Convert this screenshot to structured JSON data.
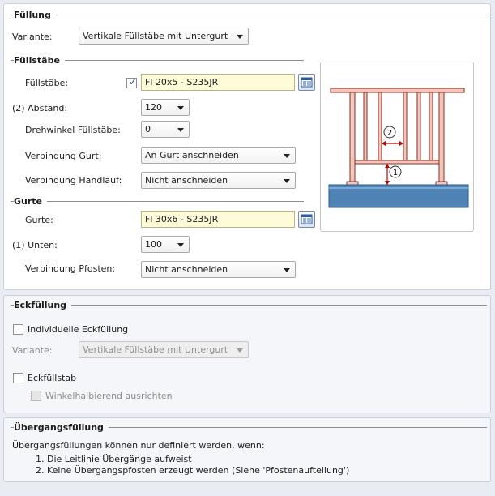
{
  "fuellung": {
    "title": "Füllung",
    "variante_label": "Variante:",
    "variante_value": "Vertikale Füllstäbe mit Untergurt"
  },
  "fuellstaebe": {
    "title": "Füllstäbe",
    "profile_label": "Füllstäbe:",
    "profile_checked": true,
    "profile_value": "Fl 20x5 - S235JR",
    "abstand_label": "(2) Abstand:",
    "abstand_value": "120",
    "drehwinkel_label": "Drehwinkel Füllstäbe:",
    "drehwinkel_value": "0",
    "verbindung_gurt_label": "Verbindung Gurt:",
    "verbindung_gurt_value": "An Gurt anschneiden",
    "verbindung_handlauf_label": "Verbindung Handlauf:",
    "verbindung_handlauf_value": "Nicht anschneiden"
  },
  "gurte": {
    "title": "Gurte",
    "profile_label": "Gurte:",
    "profile_value": "Fl 30x6 - S235JR",
    "unten_label": "(1) Unten:",
    "unten_value": "100",
    "verbindung_pfosten_label": "Verbindung Pfosten:",
    "verbindung_pfosten_value": "Nicht anschneiden"
  },
  "preview": {
    "marker_1": "1",
    "marker_2": "2",
    "colors": {
      "steel": "#f2c7bb",
      "steel_outline": "#8e2f25",
      "floor": "#4f83b5",
      "floor_top": "#7ea9d1",
      "dimension": "#c00000"
    }
  },
  "eckfuellung": {
    "title": "Eckfüllung",
    "individuell_label": "Individuelle Eckfüllung",
    "individuell_checked": false,
    "variante_label": "Variante:",
    "variante_value": "Vertikale Füllstäbe mit Untergurt",
    "eckfuellstab_label": "Eckfüllstab",
    "eckfuellstab_checked": false,
    "winkel_label": "Winkelhalbierend ausrichten",
    "winkel_checked": false
  },
  "uebergang": {
    "title": "Übergangsfüllung",
    "intro": "Übergangsfüllungen können nur definiert werden, wenn:",
    "item1": "1. Die Leitlinie Übergänge aufweist",
    "item2": "2. Keine Übergangspfosten erzeugt werden (Siehe 'Pfostenaufteilung')"
  }
}
